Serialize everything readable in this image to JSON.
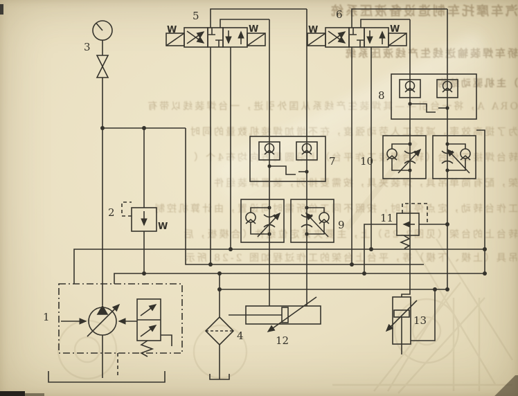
{
  "page": {
    "kind": "scanned hydraulic circuit diagram",
    "paper_color": "#eae0c2",
    "ink_color": "#35332c"
  },
  "diagram": {
    "labels": [
      {
        "n": "1"
      },
      {
        "n": "2"
      },
      {
        "n": "3"
      },
      {
        "n": "4"
      },
      {
        "n": "5"
      },
      {
        "n": "6"
      },
      {
        "n": "7"
      },
      {
        "n": "8"
      },
      {
        "n": "9"
      },
      {
        "n": "10"
      },
      {
        "n": "11"
      },
      {
        "n": "12"
      },
      {
        "n": "13"
      }
    ],
    "springs": [
      {
        "t": "W"
      },
      {
        "t": "W"
      },
      {
        "t": "W"
      },
      {
        "t": "W"
      },
      {
        "t": "W"
      }
    ],
    "symbols": [
      "variable-pump-unit",
      "solenoid-unloading-valve",
      "pressure-gauge-with-shutoff",
      "return-filter",
      "directional-valve-4-3",
      "directional-valve-4-3",
      "pilot-check-block",
      "pilot-check-block",
      "throttle-check-pair",
      "throttle-check-pair",
      "relief-valve",
      "horizontal-cylinder",
      "vertical-cylinder"
    ]
  },
  "bleed": {
    "lines": [
      {
        "text": "汽车摩托车制造设备液压系统"
      },
      {
        "text": "轿车焊装输送线生产线液压系统"
      },
      {
        "text": "）主机驱动结构"
      },
      {
        "text": "ORA A，将一台引——其焊装生产线系从国外引进，一台焊装线以带有"
      },
      {
        "text": "为了提高效率，减轻工人劳动强度，在不增加焊接机数量的同时"
      },
      {
        "text": "转台焊接工作台（转台焊接工作平台）上沿圆周方向均布4个（"
      },
      {
        "text": "架，配有简单吊具，焊装夹具，按需要排列，装置焊装组件"
      },
      {
        "text": "工作台转动，定点停止时，按照不同工位所需时间设置，由计算机控制"
      },
      {
        "text": "转台上的台架（见图2-25）上，主要夹紧定位组件（合模板，后"
      },
      {
        "text": "吊具（上模、下模）等，平台上台架的工作过程如图 2-28 所示"
      }
    ]
  }
}
